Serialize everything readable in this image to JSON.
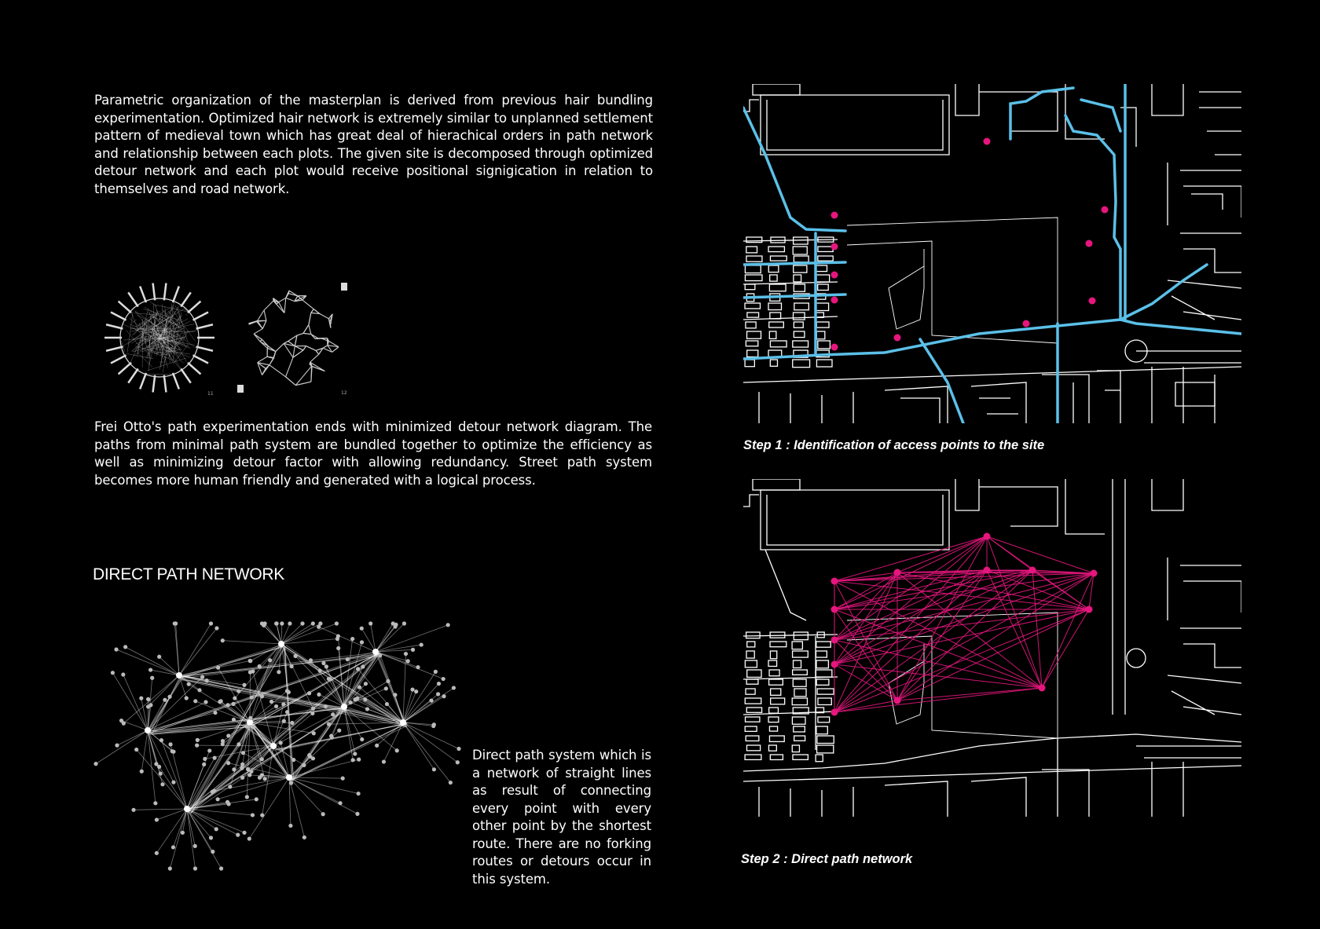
{
  "intro_paragraph": "Parametric organization of the masterplan is derived from previous hair bundling experimentation. Optimized hair network is extremely similar to unplanned settlement pattern of medieval town  which has great deal of hierachical orders in path network and relationship between each  plots. The given site is decomposed through optimized detour network and each plot would receive positional signigication in relation to themselves and road network.",
  "frei_otto_paragraph": "Frei Otto's path experimentation ends with minimized detour network diagram.  The paths from minimal path system are bundled together to optimize the efficiency as well as minimizing detour factor with allowing redundancy.  Street path system becomes more human friendly and generated with a logical process.",
  "section_heading": "DIRECT PATH NETWORK",
  "direct_path_paragraph": "Direct path system which is a network of straight lines as result of connecting every point with every other point by the shortest route. There are no forking routes or detours occur in this system.",
  "step1_caption": "Step 1 : Identification of access points to the site",
  "step2_caption": "Step 2 : Direct path network",
  "hair_experiment_tags": [
    "11",
    "12"
  ],
  "colors": {
    "road_highlight": "#5bc0e8",
    "access_point": "#e6167e",
    "path_line": "#e6167e",
    "linework": "#ffffff"
  }
}
